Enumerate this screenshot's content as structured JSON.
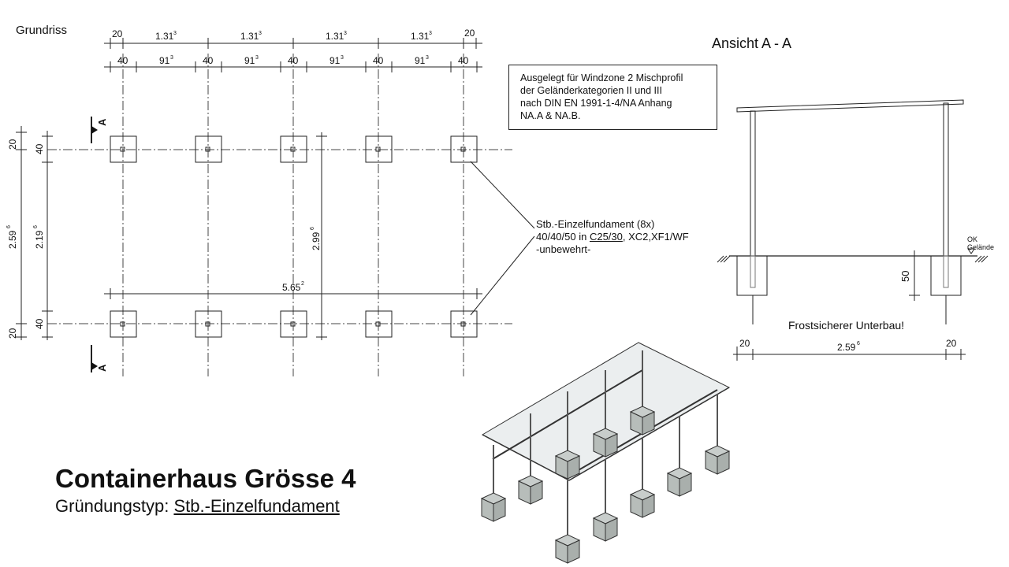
{
  "plan": {
    "title": "Grundriss",
    "dims_top_outer": [
      "20",
      "1.31",
      "1.31",
      "1.31",
      "1.31",
      "20"
    ],
    "dims_top_outer_sup": "3",
    "dims_top_inner": [
      "40",
      "91",
      "40",
      "91",
      "40",
      "91",
      "40",
      "91",
      "40"
    ],
    "dims_top_inner_sup": "3",
    "dims_left_outer": [
      "20",
      "2.59",
      "20"
    ],
    "dims_left_outer_sup": "6",
    "dims_left_inner": [
      "40",
      "2.19",
      "40"
    ],
    "dims_left_inner_sup": "6",
    "dim_center": "2.99",
    "dim_center_sup": "6",
    "dim_span": "5.65",
    "dim_span_sup": "2",
    "section_mark": "A"
  },
  "note": {
    "lines": [
      "Ausgelegt für Windzone 2 Mischprofil",
      "der Geländerkategorien II und III",
      "nach DIN EN 1991-1-4/NA Anhang",
      "NA.A & NA.B."
    ]
  },
  "callout": {
    "line1": "Stb.-Einzelfundament (8x)",
    "line2_prefix": "40/40/50 in ",
    "line2_underlined": "C25/30",
    "line2_suffix": ", XC2,XF1/WF",
    "line3": "-unbewehrt-"
  },
  "section": {
    "title": "Ansicht A - A",
    "ground_label_1": "OK",
    "ground_label_2": "Gelände",
    "depth_dim": "50",
    "frost_note": "Frostsicherer Unterbau!",
    "dims_bottom": [
      "20",
      "2.59",
      "20"
    ],
    "dims_bottom_sup": "6"
  },
  "footer": {
    "title": "Containerhaus Grösse 4",
    "subtitle_prefix": "Gründungstyp: ",
    "subtitle_link": "Stb.-Einzelfundament"
  }
}
